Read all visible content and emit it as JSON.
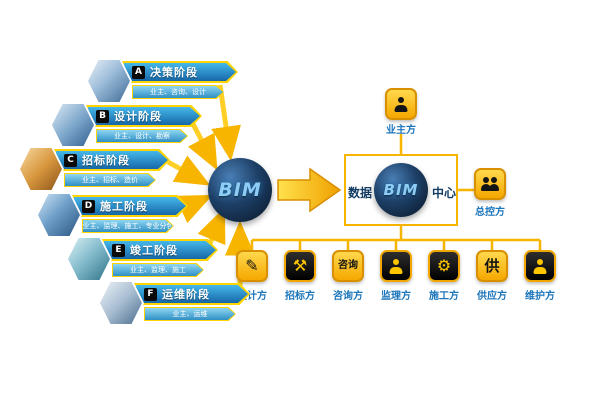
{
  "stages": [
    {
      "letter": "A",
      "title": "决策阶段",
      "members": "业主、咨询、设计"
    },
    {
      "letter": "B",
      "title": "设计阶段",
      "members": "业主、设计、勘察"
    },
    {
      "letter": "C",
      "title": "招标阶段",
      "members": "业主、招标、造价"
    },
    {
      "letter": "D",
      "title": "施工阶段",
      "members": "业主、监理、施工、专业分包"
    },
    {
      "letter": "E",
      "title": "竣工阶段",
      "members": "业主、监理、施工"
    },
    {
      "letter": "F",
      "title": "运维阶段",
      "members": "业主、运维"
    }
  ],
  "center": {
    "bim": "BIM"
  },
  "hub": {
    "bim": "BIM",
    "left": "数据",
    "right": "中心"
  },
  "owner": {
    "label": "业主方"
  },
  "master": {
    "label": "总控方"
  },
  "parties": [
    {
      "label": "设计方",
      "glyph": "✎"
    },
    {
      "label": "招标方",
      "glyph": "⚒"
    },
    {
      "label": "咨询方",
      "glyph": "咨询"
    },
    {
      "label": "监理方",
      "glyph": ""
    },
    {
      "label": "施工方",
      "glyph": "⚙"
    },
    {
      "label": "供应方",
      "glyph": "供"
    },
    {
      "label": "维护方",
      "glyph": ""
    }
  ],
  "colors": {
    "accent_yellow": "#F7B500",
    "banner_blue": "#1B86C8",
    "label_blue": "#1B75BB",
    "sphere_navy": "#0E2A47"
  }
}
